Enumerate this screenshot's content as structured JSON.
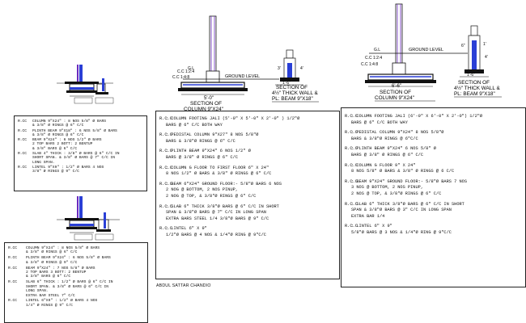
{
  "drawing_labels": {
    "gl": "G.L",
    "ground_level": "GROUND LEVEL",
    "cc_124": "C.C 1:2:4",
    "cc_148": "C.C 1:4:8",
    "dim_5_0": "5'-0\"",
    "dim_6_6": "6'-6\"",
    "dim_1_6": "1'-6\"",
    "dim_4": "4'",
    "dim_3": "3'",
    "dim_1": "1'",
    "dim_6": "6\"",
    "section_of": "SECTION OF",
    "column_9x24": "COLUMN 9\"X24\"",
    "wall_label": "4½\" THICK WALL &",
    "beam_label": "PL: BEAM 9\"X18\""
  },
  "box_a": {
    "notes": [
      {
        "tag": "R.CC",
        "text": "COLUMN 9\"X24\" : 8 NOS 5/8\" Ø BARS\n& 3/8\" Ø RINGS @ 6\" C/C"
      },
      {
        "tag": "R.CC",
        "text": "PLINTH BEAM 9\"X18\" : 6 NOS 5/8\" Ø BARS\n& 3/8\" Ø RINGS @ 6\" C/C"
      },
      {
        "tag": "R.CC",
        "text": "BEAM 9\"X24\" : 6 NOS 1/2\" Ø BARS\n2 TOP BARS 2 BOTT: 2 BENTUP\n& 3/8\" BARS @ 6\" C/C"
      },
      {
        "tag": "R.CC",
        "text": "SLAB 4\" THICK : 3/8\" Ø BARS @ 6\" C/C IN\nSHORT SPAN. & 3/8\" Ø BARS @ 7\" C/C IN\nLONG SPAN."
      },
      {
        "tag": "R.CC",
        "text": "LINTEL 9\"X9\" : 1/2\" Ø BARS 4 NOS\n3/8\" Ø RINGS @ 9\" C/C"
      }
    ]
  },
  "box_b": {
    "notes": [
      {
        "tag": "R.CC",
        "text": "COLUMN 9\"X24\" : 8 NOS 5/8\" Ø BARS\n& 3/8\" Ø RINGS @ 6\" C/C"
      },
      {
        "tag": "R.CC",
        "text": "PLINTH BEAM 9\"X24\" : 6 NOS 5/8\" Ø BARS\n& 3/8\" Ø RINGS @ 9\" C/C"
      },
      {
        "tag": "R.CC",
        "text": "BEAM 9\"X24\" : 7 NOS 5/8\" Ø BARS\n2 TOP BARS 3 BOTT: 2 BENTUP\n& 3/8\" BARS @ 6\" C/C"
      },
      {
        "tag": "R.CC",
        "text": "SLAB 6\" THICK : 1/2\" Ø BARS @ 6\" C/C IN\nSHORT SPAN. & 3/8\" Ø BARS @ 6\" C/C IN\nLONG SPAN.\nEXTRA BAR STEEL 7\" C/C"
      },
      {
        "tag": "R.CC",
        "text": "LINTEL 6\"X9\" : 1/2\" Ø BARS 4 NOS\n1/4\" Ø RINGS @ 9\" C/C"
      }
    ]
  },
  "box_c": {
    "notes": [
      {
        "tag": "R.C.C",
        "text": ": COLUMN FOOTING JALI (5'-0\" X 5'-0\" X 2'-0\" ) 1/2\"Ø\n  BARS @ 6\" C/C BOTH WAY"
      },
      {
        "tag": "R.C.C",
        "text": ": PEDISTAL COLUMN    9\"X27\"    8 NOS 5/8\"Ø\n  BARS & 3/8\"Ø RINGS @ 6\" C/C"
      },
      {
        "tag": "R.C.C",
        "text": ": PLINTH BEAM  9\"X24\"  6 NOS 1/2\" Ø\n  BARS @ 3/8\" Ø RINGS @ 6\" C/C"
      },
      {
        "tag": "R.C.C",
        "text": ": COLUMN G FLOOR TO FIRST FLOOR 6\" X 24\"\n  8 NOS 1/2\" Ø BARS & 3/8\" Ø RINGS @ 6\" C/C"
      },
      {
        "tag": "R.C.C",
        "text": ": BEAM 6\"X24\" GROUND FLOOR:- 5/8\"Ø BARS 6 NOS\n  2 NOG @ BOTTOM, 2 NOS PINUP,\n  2 NOG @ TOP, & 3/8\"Ø RINGS @ 6\" C/C"
      },
      {
        "tag": "R.C.C",
        "text": ": SLAB 6\" THICK 3/8\"Ø BARS @ 6\" C/C IN SHORT\n  SPAN & 3/8\"Ø BARS @ 7\" C/C IN LONG SPAN\n  EXTRA BARS STEEL 1/4 3/8\"Ø BARS @ 9\" C/C"
      },
      {
        "tag": "R.C.C",
        "text": ": LINTEL 6\" X 9\"\n  1/2\"Ø BARS @ 4 NOS & 1/4\"Ø RING @ 9\"C/C"
      }
    ]
  },
  "box_d": {
    "notes": [
      {
        "tag": "R.C.C",
        "text": ": COLUMN FOOTING JALI (6'-0\" X 6'-0\" X 2'-0\") 1/2\"Ø\n  BARS @ 6\" C/C BOTH WAY"
      },
      {
        "tag": "R.C.C",
        "text": ": PEDISTAL COLUMN    9\"X24\"    8 NOS 5/8\"Ø\n  BARS & 3/8\"Ø RINGS @ 6\"C/C"
      },
      {
        "tag": "R.C.C",
        "text": ": PLINTH BEAM  9\"X24\"  6 NOS 5/8\" Ø\n  BARS @ 3/8\" Ø RINGS @ 6\" C/C"
      },
      {
        "tag": "R.C.C",
        "text": ": COLUMN G FLOOR   9\" X 24\"\n  8 NOS 5/8\" Ø BARS &  3/8\" Ø RINGS @ 6 C/C"
      },
      {
        "tag": "R.C.C",
        "text": ": BEAM 9\"X24\" GROUND FLOOR:- 5/8\"Ø BARS 7 NOS\n  3 NOS @ BOTTOM, 2 NOS PINUP,\n  2 NOS @ TOP, & 3/8\"Ø RINGS @ 6\" C/C"
      },
      {
        "tag": "R.C.C",
        "text": ": SLAB 6\" THICK 3/8\"Ø BARS @ 6\" C/C IN SHORT\n  SPAN & 3/8\"Ø BARS @ 3\" C/C IN LONG SPAN\n  EXTRA BAR 1/4"
      },
      {
        "tag": "R.C.C",
        "text": ": LINTEL 6\" X 9\"\n  5/8\"Ø BARS @ 3 NOS & 1/4\"Ø RING @ 9\"C/C"
      }
    ]
  },
  "author": "ABDUL SATTAR CHANDIO",
  "colors": {
    "line": "#111111",
    "accent_blue": "#2a3fd6",
    "accent_purple": "#6b2bbf",
    "paper": "#ffffff"
  }
}
